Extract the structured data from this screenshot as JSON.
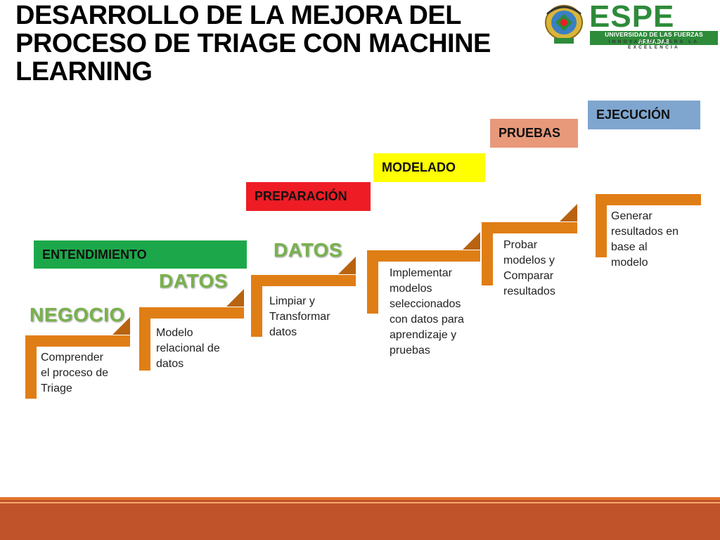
{
  "title": "DESARROLLO DE LA MEJORA DEL\nPROCESO DE TRIAGE CON MACHINE\nLEARNING",
  "logo": {
    "wordmark": "ESPE",
    "university": "UNIVERSIDAD DE LAS FUERZAS ARMADAS",
    "slogan": "INNOVACIÓN PARA LA EXCELENCIA",
    "brand_color": "#2e8b3a"
  },
  "phases": [
    {
      "label": "ENTENDIMIENTO",
      "color": "#1ca84a"
    },
    {
      "label": "PREPARACIÓN",
      "color": "#ee1c25"
    },
    {
      "label": "MODELADO",
      "color": "#ffff00"
    },
    {
      "label": "PRUEBAS",
      "color": "#e8997a"
    },
    {
      "label": "EJECUCIÓN",
      "color": "#7fa6cf"
    }
  ],
  "stage_titles": {
    "negocio": "NEGOCIO",
    "datos_1": "DATOS",
    "datos_2": "DATOS"
  },
  "steps": [
    {
      "text": "Comprender\nel proceso de\nTriage"
    },
    {
      "text": "Modelo\nrelacional de\ndatos"
    },
    {
      "text": "Limpiar y\nTransformar\ndatos"
    },
    {
      "text": "Implementar\nmodelos\nseleccionados\ncon datos para\naprendizaje y\npruebas"
    },
    {
      "text": "Probar\nmodelos y\nComparar\nresultados"
    },
    {
      "text": "Generar\nresultados en\nbase al\nmodelo"
    }
  ],
  "colors": {
    "step_orange": "#e07e16",
    "step_dark": "#b86310",
    "footer": "#c0532a"
  }
}
